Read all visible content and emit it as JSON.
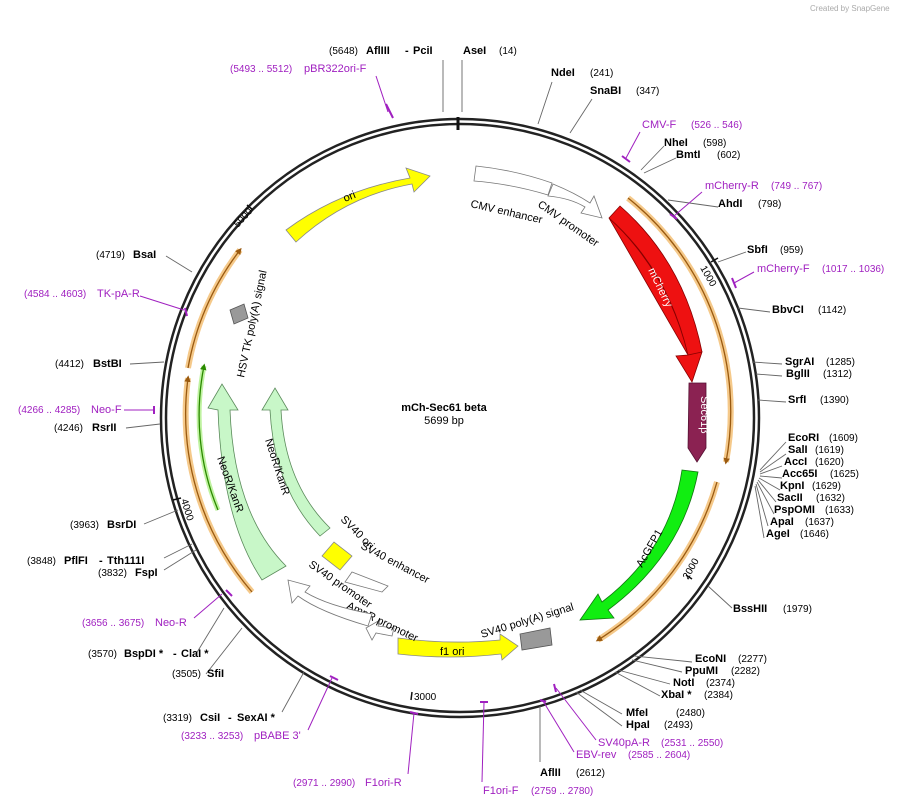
{
  "watermark": "Created by SnapGene",
  "plasmid": {
    "name": "mCh-Sec61 beta",
    "length_label": "5699 bp"
  },
  "ruler": [
    "1000",
    "2000",
    "3000",
    "4000",
    "5000"
  ],
  "features": {
    "ori": "ori",
    "cmv_enhancer": "CMV enhancer",
    "cmv_promoter": "CMV promoter",
    "mcherry": "mCherry",
    "sec61b": "Sec61β",
    "acgfp1": "AcGFP1",
    "sv40_polya": "SV40 poly(A) signal",
    "f1_ori": "f1 ori",
    "ampr_promoter": "AmpR promoter",
    "sv40_promoter": "SV40 promoter",
    "sv40_enhancer": "SV40 enhancer",
    "sv40_ori": "SV40 ori",
    "neor_inner": "NeoR/KanR",
    "neor_outer": "NeoR/KanR",
    "hsv_tk": "HSV TK poly(A) signal"
  },
  "sites": [
    {
      "name": "AflIII",
      "name2": "PciI",
      "pos": "(5648)"
    },
    {
      "name": "AseI",
      "pos": "(14)"
    },
    {
      "name": "NdeI",
      "pos": "(241)"
    },
    {
      "name": "SnaBI",
      "pos": "(347)"
    },
    {
      "name": "NheI",
      "pos": "(598)"
    },
    {
      "name": "BmtI",
      "pos": "(602)"
    },
    {
      "name": "AhdI",
      "pos": "(798)"
    },
    {
      "name": "SbfI",
      "pos": "(959)"
    },
    {
      "name": "BbvCI",
      "pos": "(1142)"
    },
    {
      "name": "SgrAI",
      "pos": "(1285)"
    },
    {
      "name": "BglII",
      "pos": "(1312)"
    },
    {
      "name": "SrfI",
      "pos": "(1390)"
    },
    {
      "name": "EcoRI",
      "pos": "(1609)"
    },
    {
      "name": "SalI",
      "pos": "(1619)"
    },
    {
      "name": "AccI",
      "pos": "(1620)"
    },
    {
      "name": "Acc65I",
      "pos": "(1625)"
    },
    {
      "name": "KpnI",
      "pos": "(1629)"
    },
    {
      "name": "SacII",
      "pos": "(1632)"
    },
    {
      "name": "PspOMI",
      "pos": "(1633)"
    },
    {
      "name": "ApaI",
      "pos": "(1637)"
    },
    {
      "name": "AgeI",
      "pos": "(1646)"
    },
    {
      "name": "BssHII",
      "pos": "(1979)"
    },
    {
      "name": "EcoNI",
      "pos": "(2277)"
    },
    {
      "name": "PpuMI",
      "pos": "(2282)"
    },
    {
      "name": "NotI",
      "pos": "(2374)"
    },
    {
      "name": "XbaI *",
      "pos": "(2384)"
    },
    {
      "name": "MfeI",
      "pos": "(2480)"
    },
    {
      "name": "HpaI",
      "pos": "(2493)"
    },
    {
      "name": "AflII",
      "pos": "(2612)"
    },
    {
      "name": "CsiI",
      "name2": "SexAI *",
      "pos": "(3319)"
    },
    {
      "name": "SfiI",
      "pos": "(3505)"
    },
    {
      "name": "BspDI *",
      "name2": "ClaI *",
      "pos": "(3570)"
    },
    {
      "name": "FspI",
      "pos": "(3832)"
    },
    {
      "name": "PflFI",
      "name2": "Tth111I",
      "pos": "(3848)"
    },
    {
      "name": "BsrDI",
      "pos": "(3963)"
    },
    {
      "name": "RsrII",
      "pos": "(4246)"
    },
    {
      "name": "BstBI",
      "pos": "(4412)"
    },
    {
      "name": "BsaI",
      "pos": "(4719)"
    }
  ],
  "primers": [
    {
      "name": "pBR322ori-F",
      "range": "(5493 .. 5512)"
    },
    {
      "name": "CMV-F",
      "range": "(526 .. 546)"
    },
    {
      "name": "mCherry-R",
      "range": "(749 .. 767)"
    },
    {
      "name": "mCherry-F",
      "range": "(1017 .. 1036)"
    },
    {
      "name": "SV40pA-R",
      "range": "(2531 .. 2550)"
    },
    {
      "name": "EBV-rev",
      "range": "(2585 .. 2604)"
    },
    {
      "name": "F1ori-F",
      "range": "(2759 .. 2780)"
    },
    {
      "name": "F1ori-R",
      "range": "(2971 .. 2990)"
    },
    {
      "name": "pBABE 3'",
      "range": "(3233 .. 3253)"
    },
    {
      "name": "Neo-R",
      "range": "(3656 .. 3675)"
    },
    {
      "name": "Neo-F",
      "range": "(4266 .. 4285)"
    },
    {
      "name": "TK-pA-R",
      "range": "(4584 .. 4603)"
    }
  ],
  "colors": {
    "ori": "#ffff00",
    "mcherry": "#ee1111",
    "sec61b": "#8b2252",
    "acgfp1": "#11ee11",
    "neor": "#c8f7c8",
    "primer": "#a020c0",
    "orf": "#f5a623",
    "polya": "#999999"
  }
}
